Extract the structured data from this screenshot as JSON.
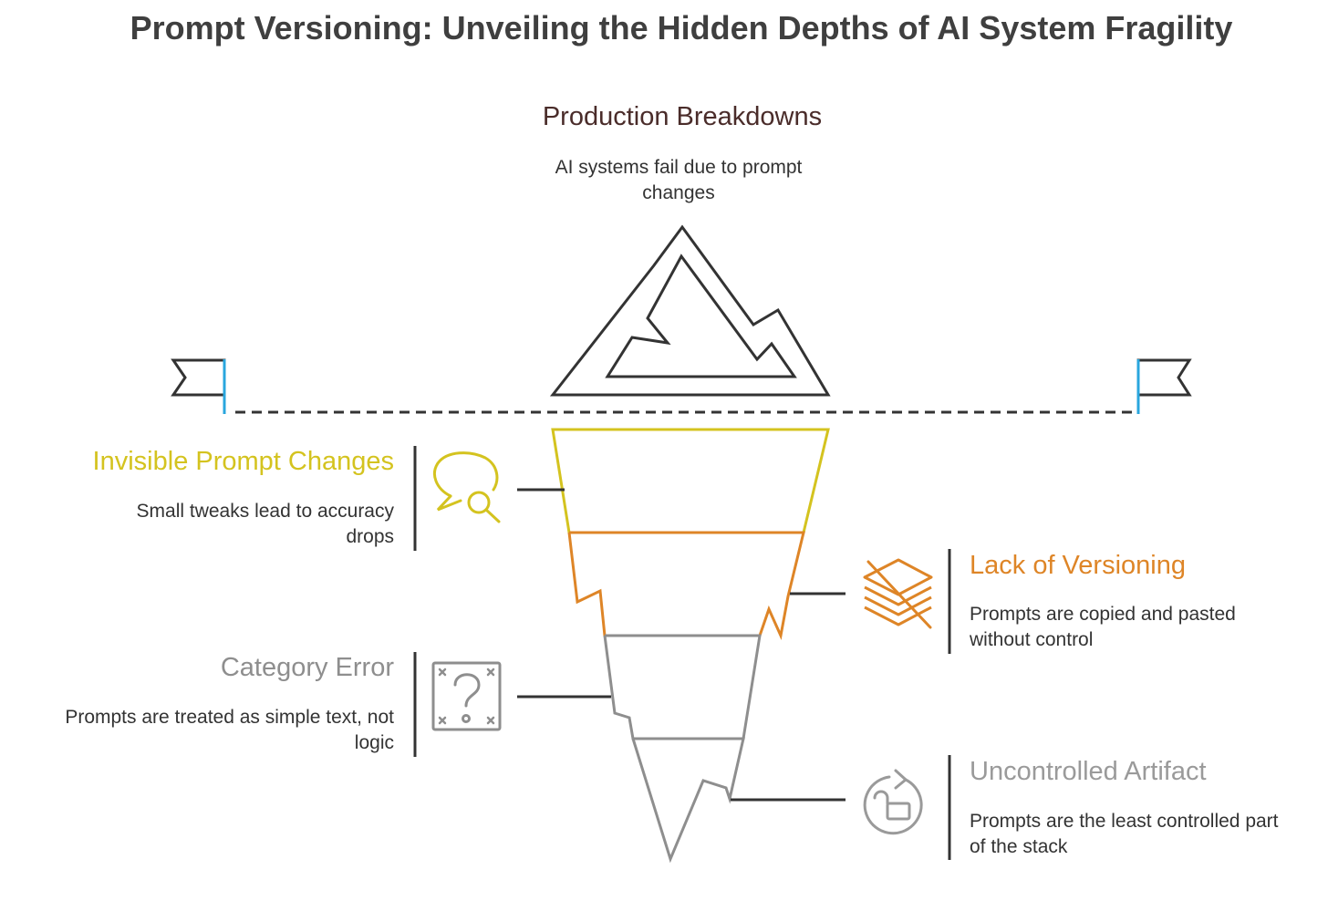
{
  "title": "Prompt Versioning: Unveiling the Hidden Depths of AI System Fragility",
  "top": {
    "title": "Production Breakdowns",
    "desc": "AI systems fail due to prompt changes"
  },
  "layers": [
    {
      "title": "Invisible Prompt Changes",
      "desc": "Small tweaks lead to accuracy drops",
      "color": "#d4c31f",
      "icon": "speech-bubble-search-icon"
    },
    {
      "title": "Lack of Versioning",
      "desc": "Prompts are copied and pasted without control",
      "color": "#de8527",
      "icon": "crossed-out-layers-icon"
    },
    {
      "title": "Category Error",
      "desc": "Prompts are treated as simple text, not logic",
      "color": "#8e8e8e",
      "icon": "question-box-icon"
    },
    {
      "title": "Uncontrolled Artifact",
      "desc": "Prompts are the least controlled part of the stack",
      "color": "#9a9a9a",
      "icon": "unlocked-refresh-icon"
    }
  ],
  "colors": {
    "title": "#3f3f3f",
    "top_title": "#4a2c2a",
    "line": "#333333",
    "flag_pole": "#29a6de"
  }
}
